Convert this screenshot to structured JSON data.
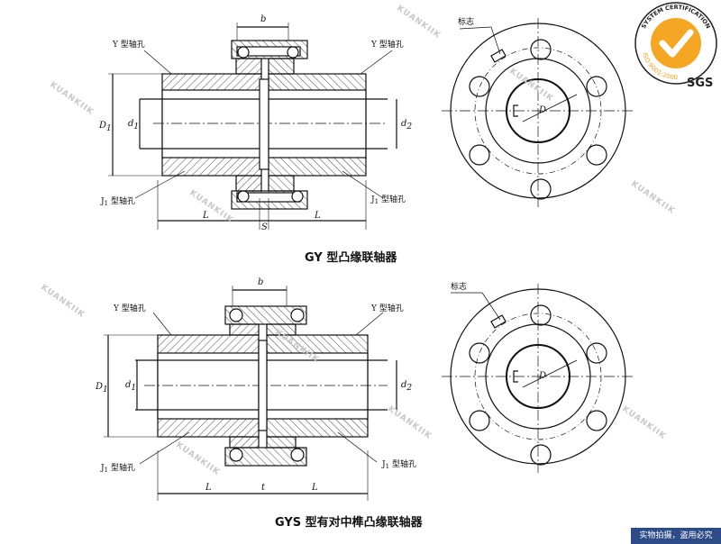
{
  "labels": {
    "y_bore": "Y 型轴孔",
    "j1_bore": "J",
    "j1_sub": "1",
    "j1_suffix": " 型轴孔",
    "mark": "标志",
    "dim_b": "b",
    "dim_L": "L",
    "dim_S": "S",
    "dim_t": "t",
    "dim_D": "D",
    "dim_D1": "D",
    "dim_d1": "d",
    "dim_d2": "d",
    "sub_1": "1",
    "sub_2": "2"
  },
  "captions": {
    "top": "GY 型凸缘联轴器",
    "bottom": "GYS 型有对中榫凸缘联轴器"
  },
  "watermark": "KUANKIIK",
  "badge": {
    "top_text": "SYSTEM CERTIFICATION",
    "iso_text": "ISO 9001:2000",
    "sgs": "SGS",
    "colors": {
      "orange": "#f5a623",
      "dark": "#222222"
    }
  },
  "footer": "实物拍摄，盗用必究"
}
